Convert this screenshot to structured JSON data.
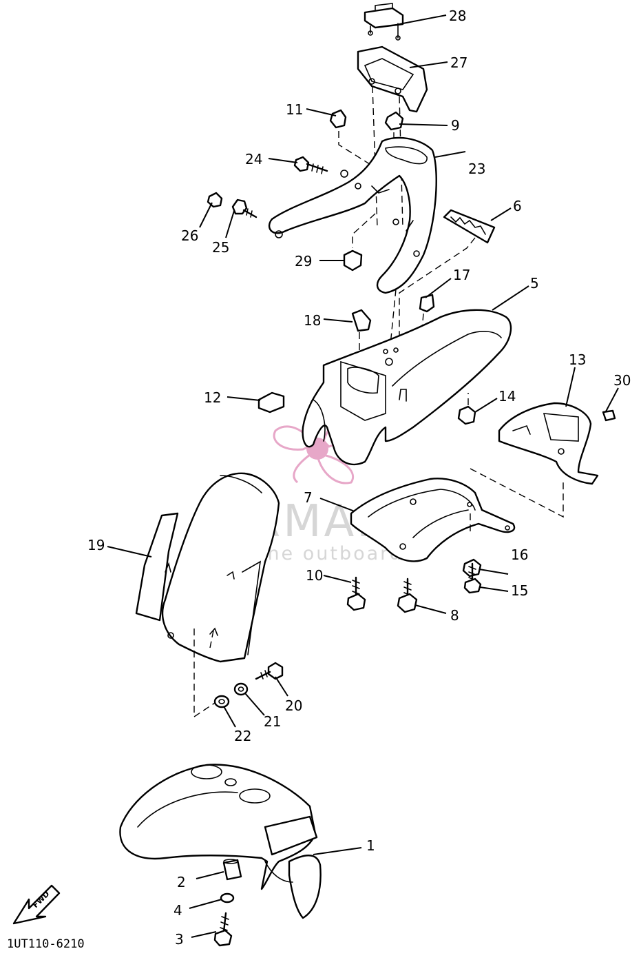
{
  "diagram_code": "1UT110-6210",
  "direction_arrow_label": "FWD",
  "watermark": {
    "title": "ARMADA",
    "subtitle": "marine outboards",
    "logo_color": "#e7a7c8",
    "text_color": "#d6d6d6"
  },
  "callouts": [
    {
      "id": "1",
      "label": "1"
    },
    {
      "id": "2",
      "label": "2"
    },
    {
      "id": "3",
      "label": "3"
    },
    {
      "id": "4",
      "label": "4"
    },
    {
      "id": "5",
      "label": "5"
    },
    {
      "id": "6",
      "label": "6"
    },
    {
      "id": "7",
      "label": "7"
    },
    {
      "id": "8",
      "label": "8"
    },
    {
      "id": "9",
      "label": "9"
    },
    {
      "id": "10",
      "label": "10"
    },
    {
      "id": "11",
      "label": "11"
    },
    {
      "id": "12",
      "label": "12"
    },
    {
      "id": "13",
      "label": "13"
    },
    {
      "id": "14",
      "label": "14"
    },
    {
      "id": "15",
      "label": "15"
    },
    {
      "id": "16",
      "label": "16"
    },
    {
      "id": "17",
      "label": "17"
    },
    {
      "id": "18",
      "label": "18"
    },
    {
      "id": "19",
      "label": "19"
    },
    {
      "id": "20",
      "label": "20"
    },
    {
      "id": "21",
      "label": "21"
    },
    {
      "id": "22",
      "label": "22"
    },
    {
      "id": "23",
      "label": "23"
    },
    {
      "id": "24",
      "label": "24"
    },
    {
      "id": "25",
      "label": "25"
    },
    {
      "id": "26",
      "label": "26"
    },
    {
      "id": "27",
      "label": "27"
    },
    {
      "id": "28",
      "label": "28"
    },
    {
      "id": "29",
      "label": "29"
    },
    {
      "id": "30",
      "label": "30"
    }
  ]
}
